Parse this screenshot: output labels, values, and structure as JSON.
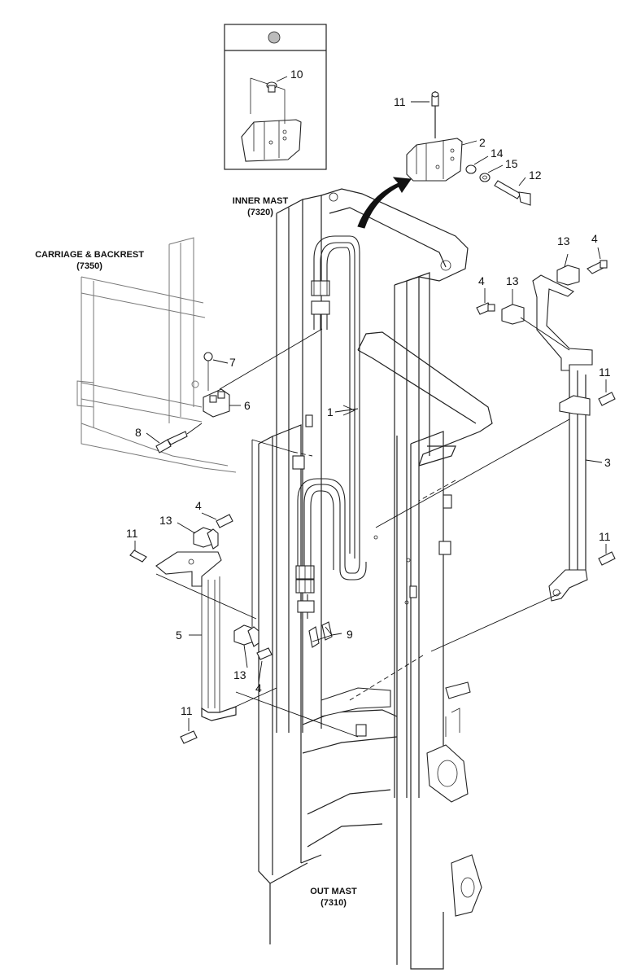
{
  "labels": {
    "inner_mast": "INNER MAST",
    "inner_mast_code": "(7320)",
    "carriage": "CARRIAGE & BACKREST",
    "carriage_code": "(7350)",
    "out_mast": "OUT MAST",
    "out_mast_code": "(7310)"
  },
  "callouts": {
    "c1": "1",
    "c2": "2",
    "c3": "3",
    "c4a": "4",
    "c4b": "4",
    "c4c": "4",
    "c4d": "4",
    "c5": "5",
    "c6": "6",
    "c7": "7",
    "c8": "8",
    "c9": "9",
    "c10": "10",
    "c11a": "11",
    "c11b": "11",
    "c11c": "11",
    "c11d": "11",
    "c11e": "11",
    "c12": "12",
    "c13a": "13",
    "c13b": "13",
    "c13c": "13",
    "c13d": "13",
    "c14": "14",
    "c15": "15"
  }
}
